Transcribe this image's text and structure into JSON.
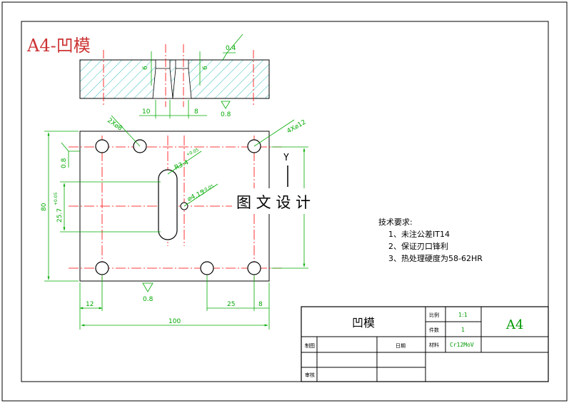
{
  "sheet_label": "A4-凹模",
  "watermark": "图 文 设 计",
  "colors": {
    "outline": "#000000",
    "dimension": "#00aa00",
    "centerline": "#ff0000",
    "hatch": "#00aaaa",
    "label_red": "#cc3333",
    "title_green": "#009900"
  },
  "section_view": {
    "dims": {
      "depth_left": "6",
      "depth_right": "6",
      "width_left": "10",
      "width_right": "8",
      "roughness_top": "0.4",
      "roughness_bottom": "0.8"
    }
  },
  "plan_view": {
    "dims": {
      "holes_2x": "2X⌀8",
      "holes_4x": "4X⌀12",
      "height_total": "80",
      "height_slot": "25.7",
      "height_slot_tol": "+0.05",
      "slot_radius": "R3.4",
      "slot_radius_tol": "+0.05",
      "slot_hole": "⌀4.15",
      "slot_hole_tol": "+0.05",
      "roughness_side": "0.8",
      "roughness_bottom": "0.8",
      "edge_left": "12",
      "pitch_right": "25",
      "edge_right": "8",
      "width_total": "100"
    }
  },
  "symbol_y": "Y",
  "tech_requirements": {
    "heading": "技术要求:",
    "items": [
      "1、未注公差IT14",
      "2、保证刃口锋利",
      "3、热处理硬度为58-62HR"
    ]
  },
  "title_block": {
    "part_name": "凹模",
    "scale_label": "比例",
    "scale_value": "1:1",
    "qty_label": "件数",
    "qty_value": "1",
    "material_label": "材料",
    "material_value": "Cr12MoV",
    "sheet_size": "A4",
    "drawn_label": "制图",
    "check_label": "审核",
    "date_label": "日期"
  }
}
